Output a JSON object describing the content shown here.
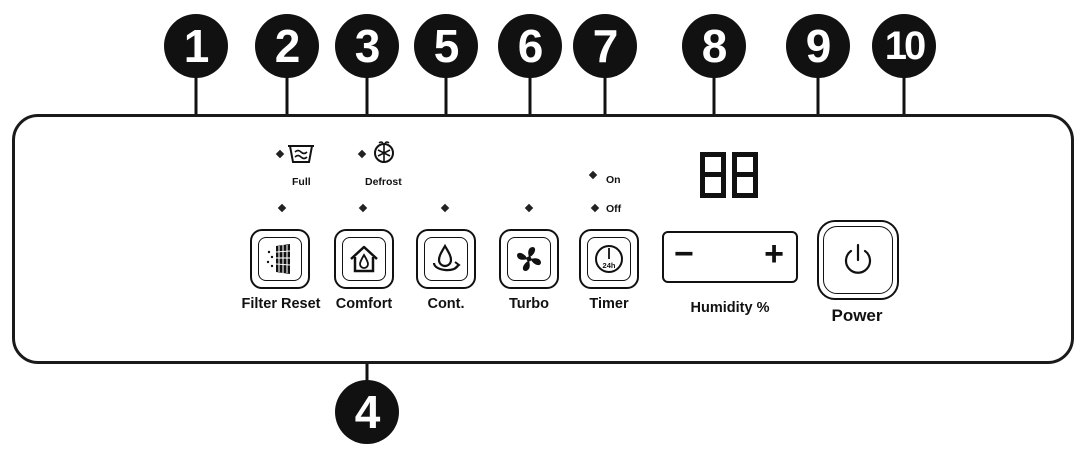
{
  "callouts": [
    "1",
    "2",
    "3",
    "4",
    "5",
    "6",
    "7",
    "8",
    "9",
    "10"
  ],
  "buttons": {
    "filter_reset": "Filter Reset",
    "comfort": "Comfort",
    "cont": "Cont.",
    "turbo": "Turbo",
    "timer": "Timer",
    "humidity": "Humidity %",
    "power": "Power"
  },
  "indicators": {
    "full": "Full",
    "defrost": "Defrost",
    "on": "On",
    "off": "Off"
  },
  "humidity_controls": {
    "minus": "−",
    "plus": "+"
  },
  "timer_icon_text": "24h",
  "display": {
    "readout": "88",
    "digit_color": "#111111",
    "bg_color": "#ffffff"
  },
  "colors": {
    "ink": "#111111",
    "background": "#ffffff"
  }
}
